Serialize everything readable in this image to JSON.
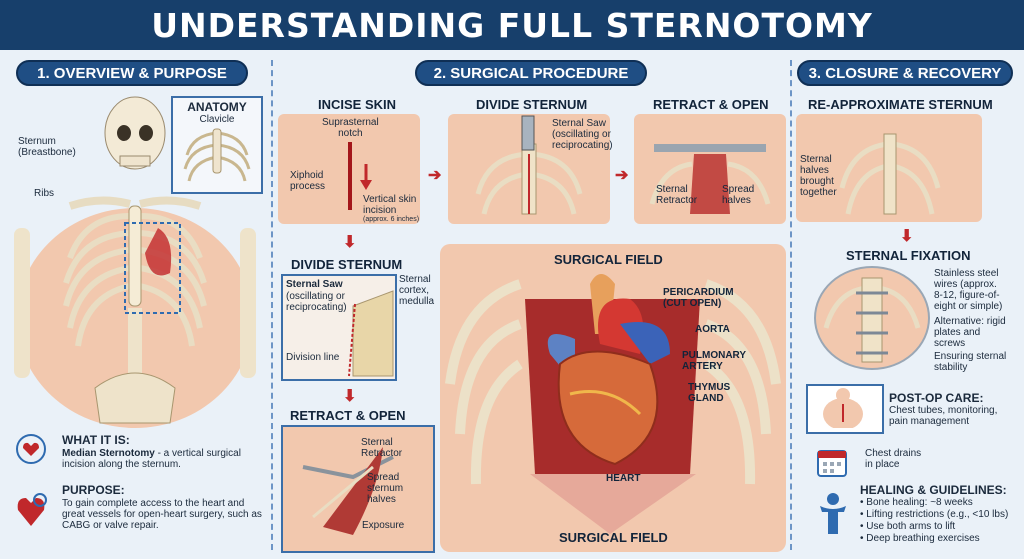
{
  "title": "UNDERSTANDING FULL STERNOTOMY",
  "sections": {
    "s1": "1. OVERVIEW & PURPOSE",
    "s2": "2. SURGICAL PROCEDURE",
    "s3": "3. CLOSURE & RECOVERY"
  },
  "overview": {
    "sternum": "Sternum\n(Breastbone)",
    "ribs": "Ribs",
    "anatomy_title": "ANATOMY",
    "clavicle": "Clavicle",
    "what_title": "WHAT IT IS:",
    "what_bold": "Median Sternotomy",
    "what_text": " - a vertical surgical incision along the sternum.",
    "purpose_title": "PURPOSE:",
    "purpose_text": "To gain complete access to the heart and great vessels for open-heart surgery, such as CABG or valve repair."
  },
  "procedure": {
    "incise_title": "INCISE SKIN",
    "suprasternal": "Suprasternal\nnotch",
    "xiphoid": "Xiphoid\nprocess",
    "vertical": "Vertical skin\nincision",
    "vertical_sub": "(approx. 6 inches)",
    "divide_title": "DIVIDE STERNUM",
    "saw_top": "Sternal Saw\n(oscillating or\nreciprocating)",
    "retract_title": "RETRACT & OPEN",
    "sternal_retractor": "Sternal\nRetractor",
    "spread_halves": "Spread\nhalves",
    "divide2_title": "DIVIDE STERNUM",
    "saw_label": "Sternal Saw",
    "saw_sub": "(oscillating or\nreciprocating)",
    "cortex": "Sternal\ncortex,\nmedulla",
    "division_line": "Division line",
    "retract2_title": "RETRACT & OPEN",
    "retractor2": "Sternal\nRetractor",
    "spread2": "Spread\nsternum\nhalves",
    "exposure": "Exposure",
    "field_title": "SURGICAL FIELD",
    "pericardium": "PERICARDIUM\n(CUT OPEN)",
    "aorta": "AORTA",
    "pulmonary": "PULMONARY\nARTERY",
    "thymus": "THYMUS\nGLAND",
    "heart": "HEART",
    "field_bottom": "SURGICAL FIELD"
  },
  "closure": {
    "reapprox_title": "RE-APPROXIMATE STERNUM",
    "halves": "Sternal\nhalves\nbrought\ntogether",
    "fixation_title": "STERNAL FIXATION",
    "wires": "Stainless steel\nwires (approx.\n8-12, figure-of-\neight or simple)",
    "alt": "Alternative: rigid\nplates and\nscrews",
    "stability": "Ensuring sternal\nstability",
    "postop_title": "POST-OP CARE:",
    "postop_text": "Chest tubes, monitoring,\npain management",
    "drains": "Chest drains\nin place",
    "healing_title": "HEALING & GUIDELINES:",
    "healing_items": [
      "• Bone healing: ~8 weeks",
      "• Lifting restrictions (e.g., <10 lbs)",
      "• Use both arms to lift",
      "• Deep breathing exercises"
    ]
  },
  "colors": {
    "navy": "#173f6b",
    "accent": "#c0282b",
    "skin": "#f2c8ae"
  }
}
